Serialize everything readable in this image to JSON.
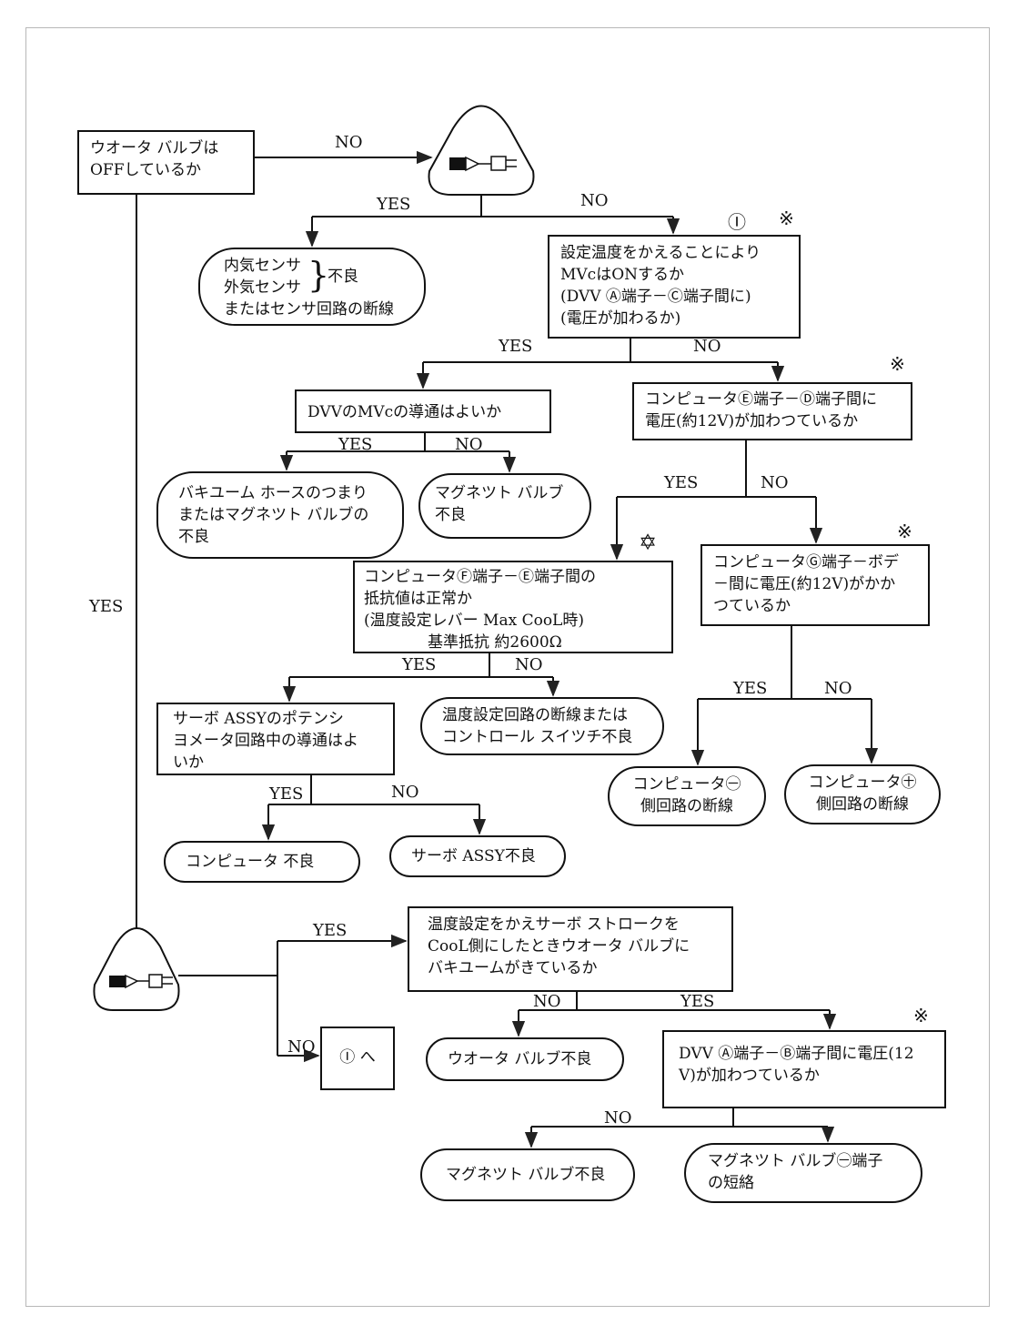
{
  "nodes": {
    "water_valve_off": [
      "ウオータ バルブは",
      "OFFしているか"
    ],
    "sensor_fault": [
      "内気センサ",
      "外気センサ",
      "不良",
      "またはセンサ回路の断線"
    ],
    "mvc_on": [
      "設定温度をかえることにより",
      "MVcはONするか",
      "DVV Ⓐ端子－Ⓒ端子間に",
      "電圧が加わるか"
    ],
    "dvv_mvc_continuity": [
      "DVVのMVcの導通はよいか"
    ],
    "computer_e_d_voltage": [
      "コンピュータⒺ端子－Ⓓ端子間に",
      "電圧(約12V)が加わつているか"
    ],
    "vacuum_hose": [
      "バキユーム ホースのつまり",
      "またはマグネツト バルブの",
      "不良"
    ],
    "magnet_valve_fault_1": [
      "マグネツト バルブ",
      "不良"
    ],
    "computer_f_e_resistance": [
      "コンピュータⒻ端子－Ⓔ端子間の",
      "抵抗値は正常か",
      "温度設定レバー Max CooL時",
      "基準抵抗 約2600Ω"
    ],
    "computer_g_body_voltage": [
      "コンピュータⒼ端子－ボデ",
      "－間に電圧(約12V)がかか",
      "つているか"
    ],
    "servo_potentiometer": [
      "サーボ ASSYのポテンシ",
      "ヨメータ回路中の導通はよ",
      "いか"
    ],
    "temp_circuit_open": [
      "温度設定回路の断線または",
      "コントロール スイツチ不良"
    ],
    "computer_minus_open": [
      "コンピュータ㊀",
      "側回路の断線"
    ],
    "computer_plus_open": [
      "コンピュータ㊉",
      "側回路の断線"
    ],
    "computer_fault": [
      "コンピュータ 不良"
    ],
    "servo_assy_fault": [
      "サーボ ASSY不良"
    ],
    "servo_stroke_vacuum": [
      "温度設定をかえサーボ ストロークを",
      "CooL側にしたときウオータ バルブに",
      "バキユームがきているか"
    ],
    "goto_i": [
      "Ⓘ へ"
    ],
    "water_valve_fault": [
      "ウオータ バルブ不良"
    ],
    "dvv_a_b_voltage": [
      "DVV Ⓐ端子－Ⓑ端子間に電圧(12",
      "V)が加わつているか"
    ],
    "magnet_valve_fault_2": [
      "マグネツト バルブ不良"
    ],
    "magnet_valve_short": [
      "マグネツト バルブ㊀端子",
      "の短絡"
    ]
  },
  "edges": {
    "yes": "YES",
    "no": "NO"
  },
  "marks": {
    "ref_i": "Ⓘ",
    "note": "※",
    "star": "✡"
  },
  "icons": [
    "engine-start-icon",
    "engine-start-icon"
  ]
}
